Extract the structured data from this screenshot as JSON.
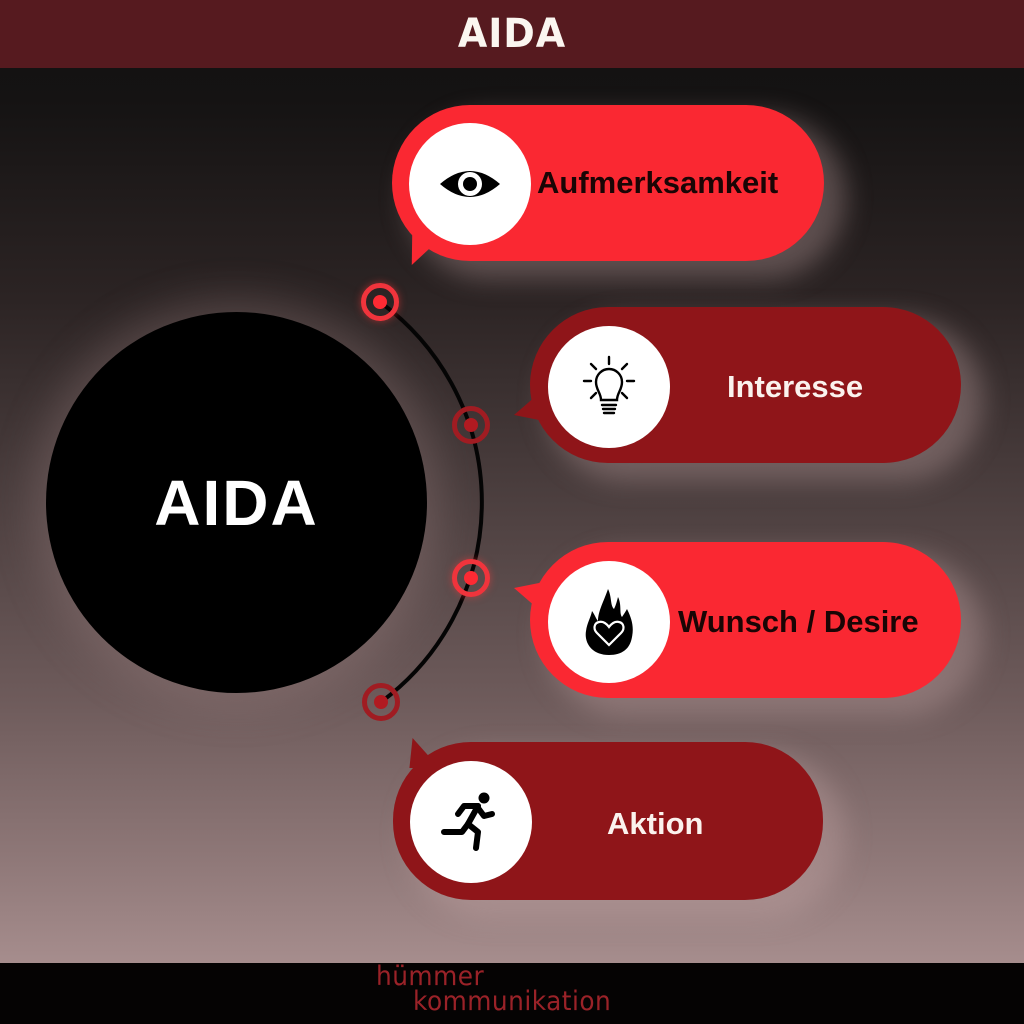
{
  "header": {
    "title": "AIDA"
  },
  "hub": {
    "label": "AIDA"
  },
  "colors": {
    "header_bg": "#561a1f",
    "bright_red": "#fa2832",
    "dark_red": "#8f1519",
    "footer_bg": "#050303",
    "brand_text": "#9a2228"
  },
  "steps": [
    {
      "label": "Aufmerksamkeit",
      "icon": "eye-icon",
      "style": "bright"
    },
    {
      "label": "Interesse",
      "icon": "lightbulb-icon",
      "style": "dark"
    },
    {
      "label": "Wunsch / Desire",
      "icon": "flame-heart-icon",
      "style": "bright"
    },
    {
      "label": "Aktion",
      "icon": "running-person-icon",
      "style": "dark"
    }
  ],
  "footer": {
    "brand_line1": "hümmer",
    "brand_line2": "kommunikation"
  }
}
